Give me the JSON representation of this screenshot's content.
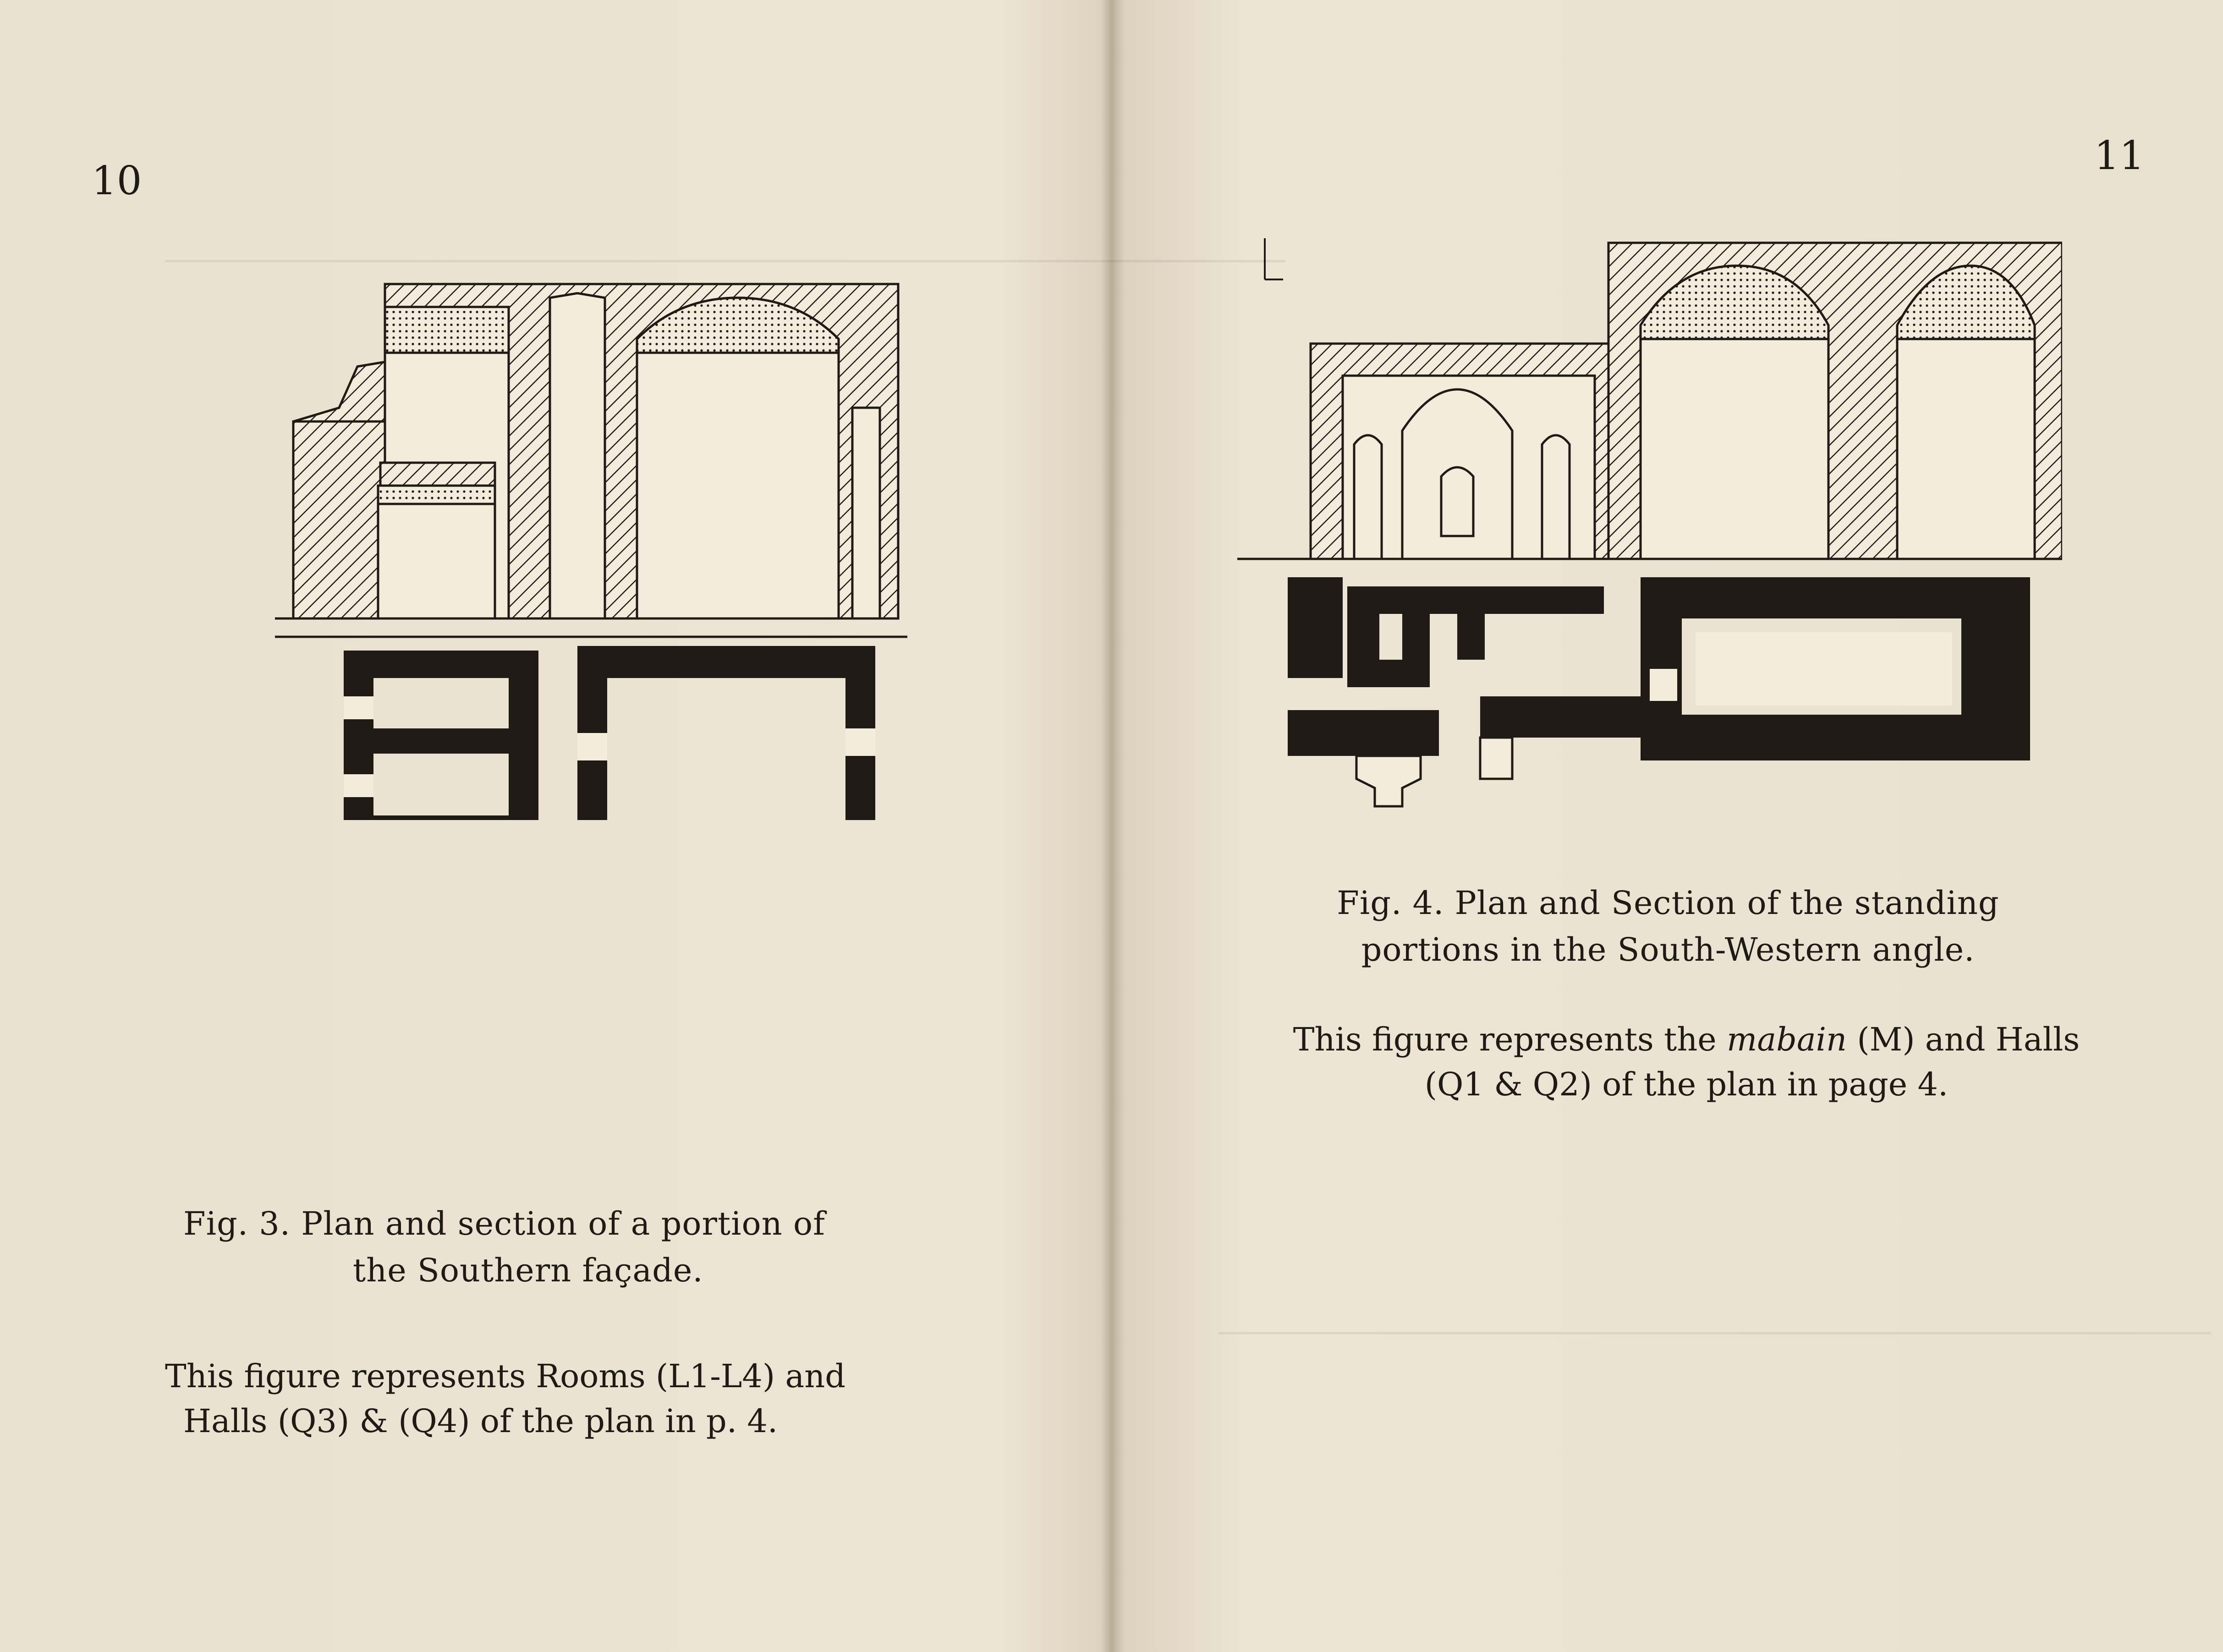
{
  "left_page": {
    "page_number": "10",
    "figure_caption": {
      "line1": "Fig. 3.   Plan and section of a portion of",
      "line2": "the Southern façade."
    },
    "note": {
      "line1": "This figure represents Rooms (L1-L4) and",
      "line2": "Halls (Q3) & (Q4) of the plan in p. 4."
    }
  },
  "right_page": {
    "page_number": "11",
    "figure_caption": {
      "line1": "Fig. 4.   Plan and Section of the standing",
      "line2": "portions in the South-Western angle."
    },
    "note": {
      "line1_before": "This figure represents the",
      "line1_italic": "mabain",
      "line1_after": "(M) and Halls",
      "line2": "(Q1 & Q2) of the plan in page 4."
    }
  }
}
